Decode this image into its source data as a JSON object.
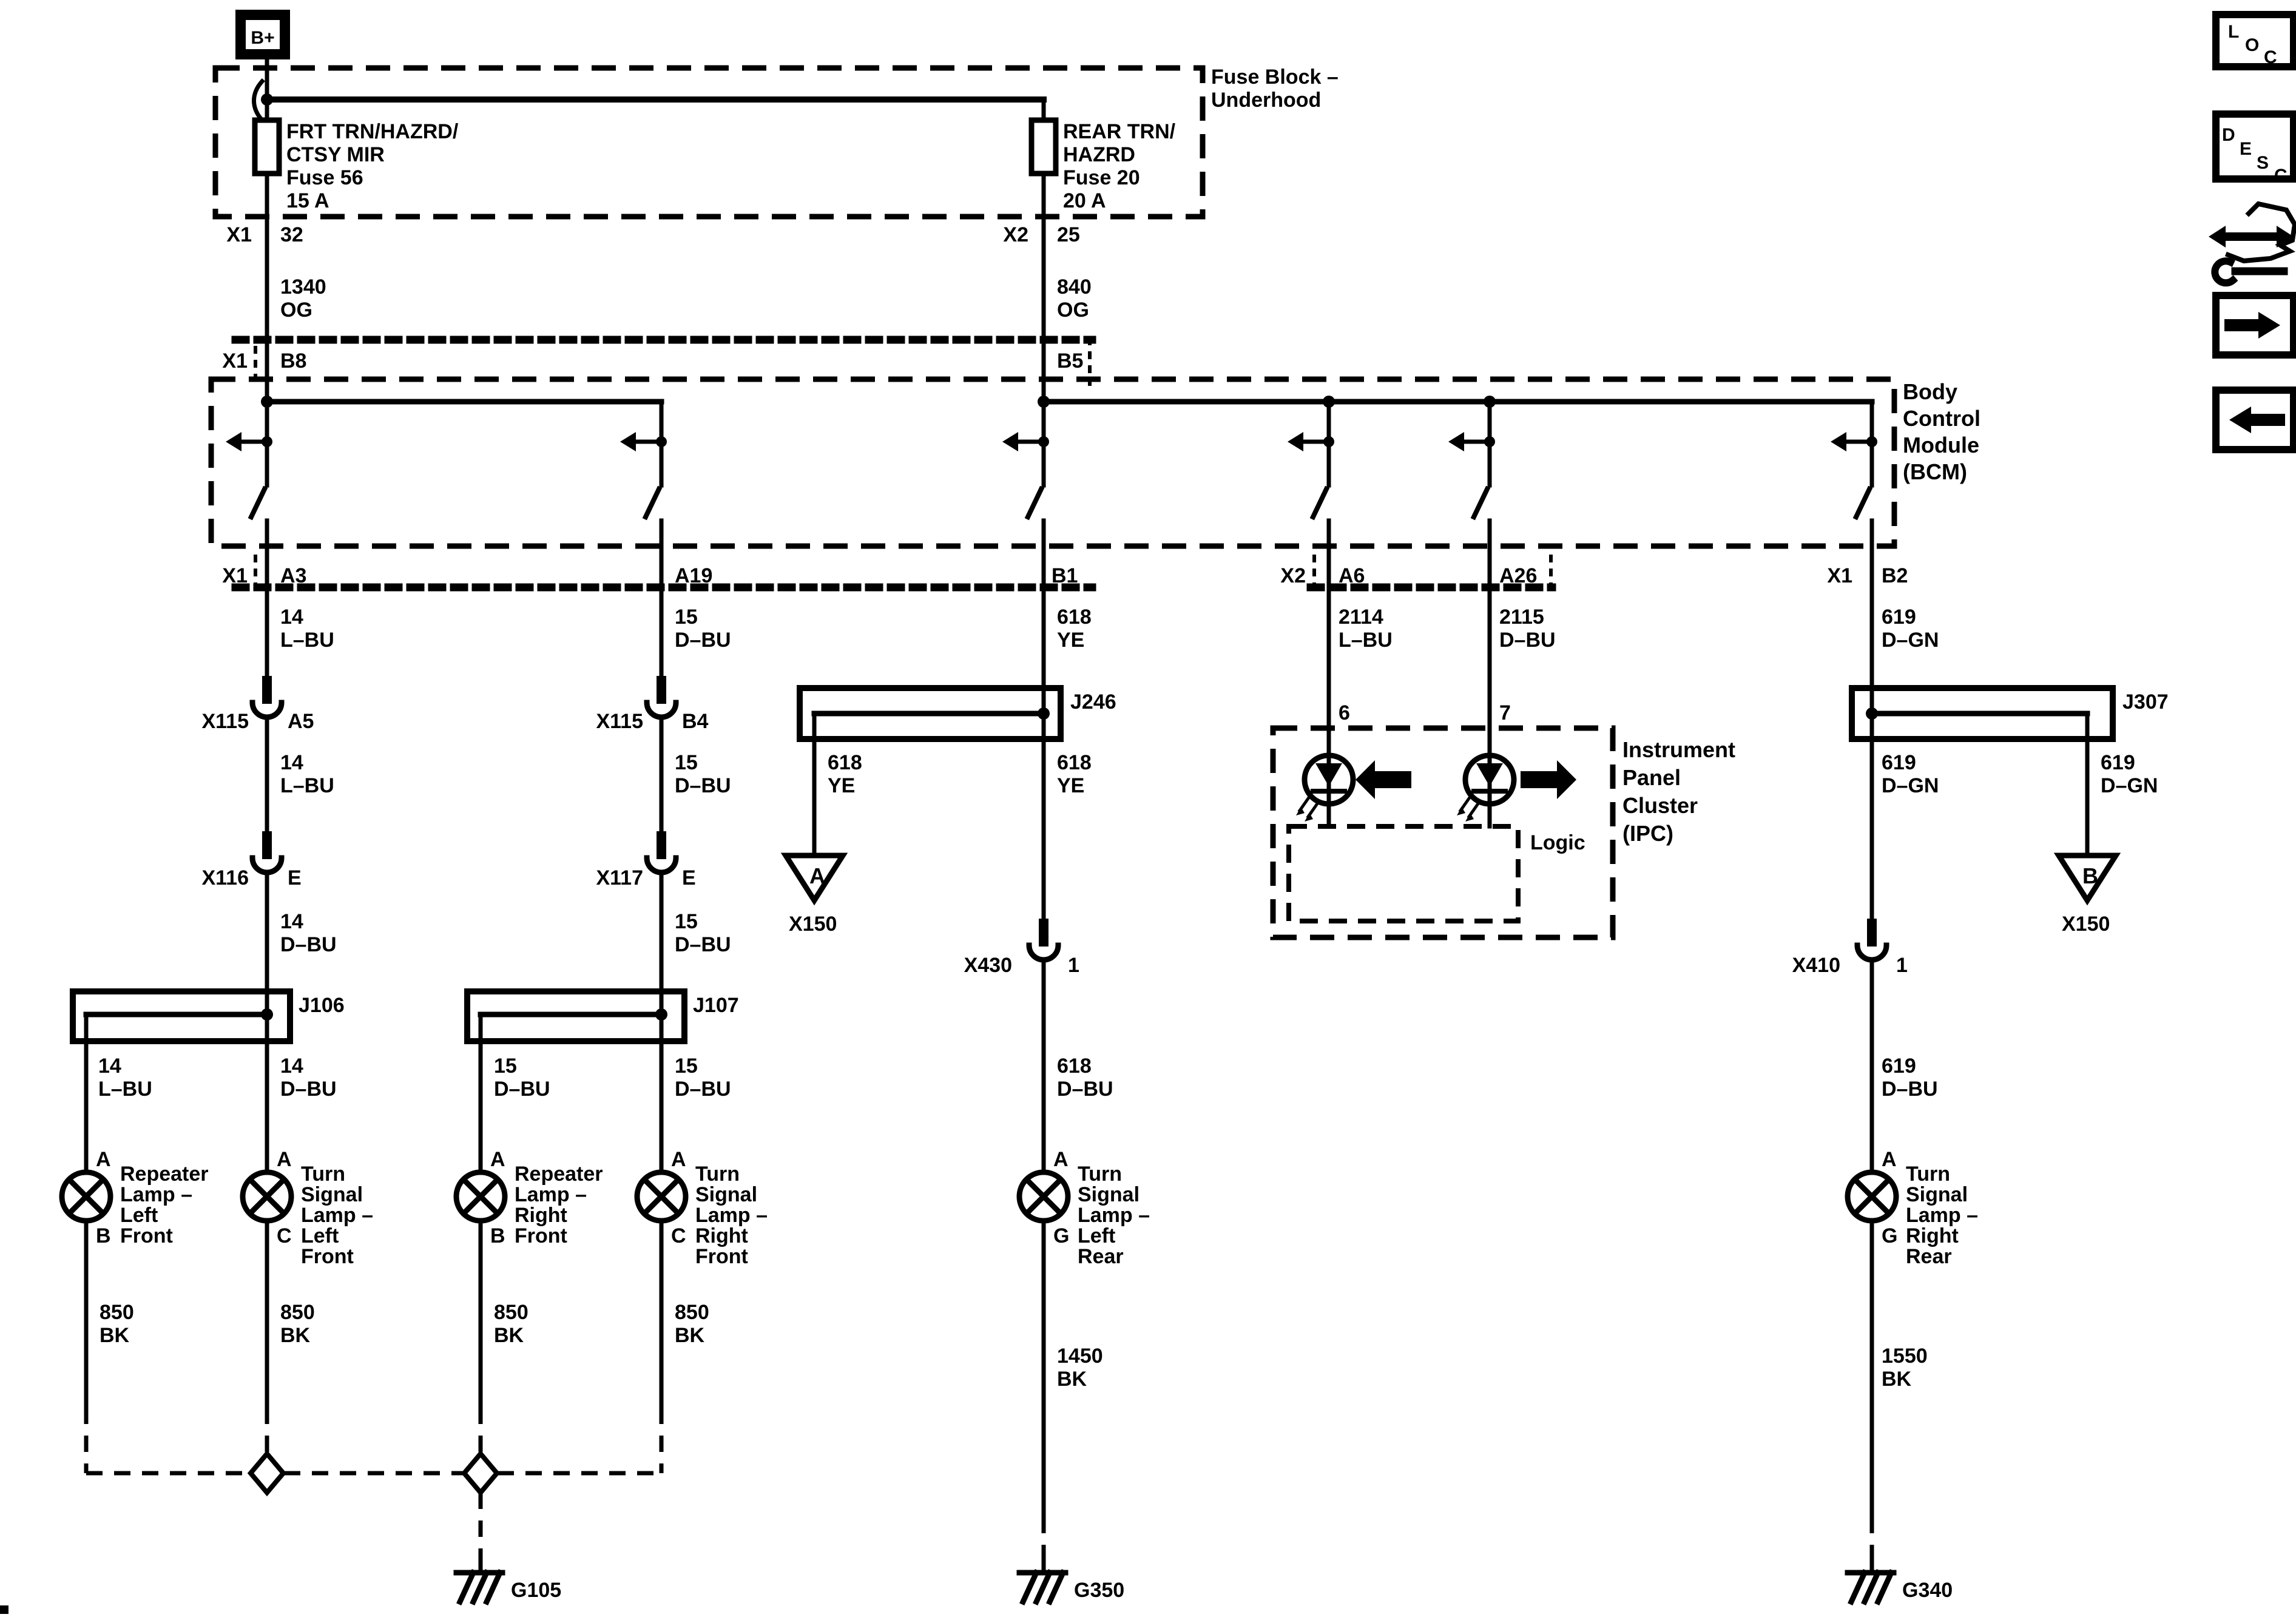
{
  "page": {
    "background": "#ffffff",
    "ink": "#000000"
  },
  "fuse_block": {
    "b_plus": "B+",
    "name": [
      "Fuse Block –",
      "Underhood"
    ],
    "fuse_left": [
      "FRT TRN/HAZRD/",
      "CTSY MIR",
      "Fuse 56",
      "15 A"
    ],
    "fuse_right": [
      "REAR TRN/",
      "HAZRD",
      "Fuse 20",
      "20 A"
    ],
    "exit_left": {
      "conn": "X1",
      "pin": "32"
    },
    "exit_right": {
      "conn": "X2",
      "pin": "25"
    }
  },
  "top_wires": {
    "left": {
      "ckt": "1340",
      "clr": "OG"
    },
    "right": {
      "ckt": "840",
      "clr": "OG"
    }
  },
  "bcm": {
    "name": [
      "Body",
      "Control",
      "Module",
      "(BCM)"
    ],
    "in_left": {
      "conn": "X1",
      "pin": "B8"
    },
    "in_right": {
      "pin": "B5"
    },
    "out": [
      {
        "conn": "X1",
        "pin": "A3"
      },
      {
        "pin": "A19"
      },
      {
        "pin": "B1"
      },
      {
        "conn": "X2",
        "pin": "A6"
      },
      {
        "pin": "A26"
      },
      {
        "conn": "X1",
        "pin": "B2"
      }
    ]
  },
  "wires": {
    "below_bcm": [
      {
        "ckt": "14",
        "clr": "L–BU"
      },
      {
        "ckt": "15",
        "clr": "D–BU"
      },
      {
        "ckt": "618",
        "clr": "YE"
      },
      {
        "ckt": "2114",
        "clr": "L–BU"
      },
      {
        "ckt": "2115",
        "clr": "D–BU"
      },
      {
        "ckt": "619",
        "clr": "D–GN"
      }
    ],
    "below_x115": [
      {
        "ckt": "14",
        "clr": "L–BU"
      },
      {
        "ckt": "15",
        "clr": "D–BU"
      }
    ],
    "below_x116": [
      {
        "ckt": "14",
        "clr": "D–BU"
      },
      {
        "ckt": "15",
        "clr": "D–BU"
      }
    ],
    "j246_out": [
      {
        "ckt": "618",
        "clr": "YE"
      },
      {
        "ckt": "618",
        "clr": "YE"
      }
    ],
    "j307_out": [
      {
        "ckt": "619",
        "clr": "D–GN"
      },
      {
        "ckt": "619",
        "clr": "D–GN"
      }
    ],
    "lamp_feeds": [
      {
        "ckt": "14",
        "clr": "L–BU"
      },
      {
        "ckt": "14",
        "clr": "D–BU"
      },
      {
        "ckt": "15",
        "clr": "D–BU"
      },
      {
        "ckt": "15",
        "clr": "D–BU"
      },
      {
        "ckt": "618",
        "clr": "D–BU"
      },
      {
        "ckt": "619",
        "clr": "D–BU"
      }
    ],
    "ground_wires": [
      {
        "ckt": "850",
        "clr": "BK"
      },
      {
        "ckt": "850",
        "clr": "BK"
      },
      {
        "ckt": "850",
        "clr": "BK"
      },
      {
        "ckt": "850",
        "clr": "BK"
      },
      {
        "ckt": "1450",
        "clr": "BK"
      },
      {
        "ckt": "1550",
        "clr": "BK"
      }
    ]
  },
  "connectors": {
    "x115a": {
      "name": "X115",
      "pin": "A5"
    },
    "x115b": {
      "name": "X115",
      "pin": "B4"
    },
    "x116": {
      "name": "X116",
      "pin": "E"
    },
    "x117": {
      "name": "X117",
      "pin": "E"
    },
    "x430": {
      "name": "X430",
      "pin": "1"
    },
    "x410": {
      "name": "X410",
      "pin": "1"
    }
  },
  "splices": {
    "j246": "J246",
    "j106": "J106",
    "j107": "J107",
    "j307": "J307"
  },
  "ipc": {
    "pins": [
      "6",
      "7"
    ],
    "name": [
      "Instrument",
      "Panel",
      "Cluster",
      "(IPC)"
    ],
    "logic": "Logic"
  },
  "lamps": [
    {
      "pin_top": "A",
      "pin_bot": "B",
      "name": [
        "Repeater",
        "Lamp –",
        "Left",
        "Front"
      ]
    },
    {
      "pin_top": "A",
      "pin_bot": "C",
      "name": [
        "Turn",
        "Signal",
        "Lamp –",
        "Left",
        "Front"
      ]
    },
    {
      "pin_top": "A",
      "pin_bot": "B",
      "name": [
        "Repeater",
        "Lamp –",
        "Right",
        "Front"
      ]
    },
    {
      "pin_top": "A",
      "pin_bot": "C",
      "name": [
        "Turn",
        "Signal",
        "Lamp –",
        "Right",
        "Front"
      ]
    },
    {
      "pin_top": "A",
      "pin_bot": "G",
      "name": [
        "Turn",
        "Signal",
        "Lamp –",
        "Left",
        "Rear"
      ]
    },
    {
      "pin_top": "A",
      "pin_bot": "G",
      "name": [
        "Turn",
        "Signal",
        "Lamp –",
        "Right",
        "Rear"
      ]
    }
  ],
  "grounds": {
    "x150a": {
      "code": "A",
      "label": "X150"
    },
    "x150b": {
      "code": "B",
      "label": "X150"
    },
    "g105": "G105",
    "g350": "G350",
    "g340": "G340"
  },
  "sidebar": {
    "loc": [
      "L",
      "O",
      "C"
    ],
    "desc": [
      "D",
      "E",
      "S",
      "C"
    ]
  }
}
